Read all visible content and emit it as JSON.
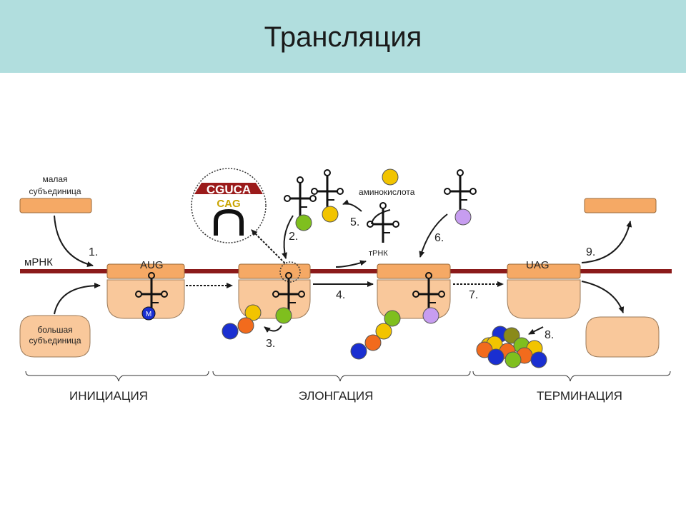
{
  "title": "Трансляция",
  "labels": {
    "small_subunit_line1": "малая",
    "small_subunit_line2": "субъединица",
    "large_subunit_line1": "большая",
    "large_subunit_line2": "субъединица",
    "mrna": "мРНК",
    "trna": "тРНК",
    "amino_acid": "аминокислота",
    "codon_start": "AUG",
    "codon_stop": "UAG",
    "methionine": "M",
    "codon_zoom": "CGUCA",
    "anticodon_zoom": "CAG"
  },
  "steps": [
    "1.",
    "2.",
    "3.",
    "4.",
    "5.",
    "6.",
    "7.",
    "8.",
    "9."
  ],
  "phases": {
    "initiation": "ИНИЦИАЦИЯ",
    "elongation": "ЭЛОНГАЦИЯ",
    "termination": "ТЕРМИНАЦИЯ"
  },
  "colors": {
    "header_bg": "#b1dede",
    "ribosome": "#f9c89b",
    "ribosome_stroke": "#9a7a5a",
    "small_subunit": "#f5a965",
    "mrna": "#8b1a1a",
    "zoom_band": "#9b1b1b",
    "amino_yellow": "#f2c400",
    "amino_green": "#7fbf1e",
    "amino_orange": "#f26b1d",
    "amino_blue": "#1a2fd1",
    "amino_violet": "#c79df0",
    "amino_olive": "#8a8a1a"
  }
}
